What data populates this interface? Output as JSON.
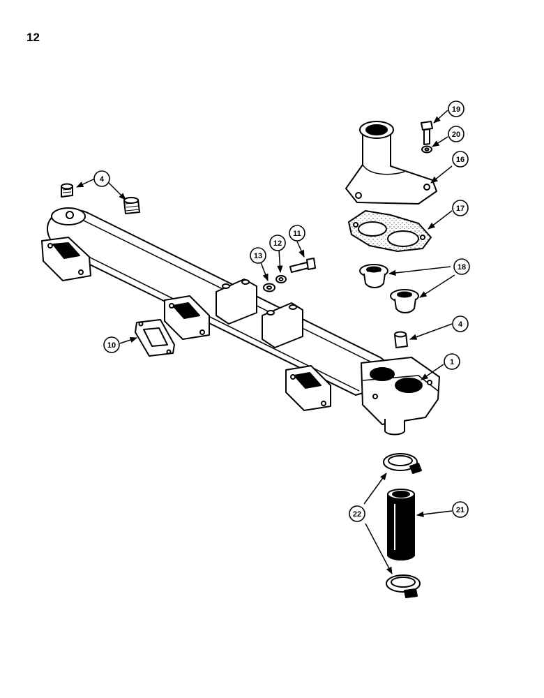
{
  "page": {
    "number": "12"
  },
  "callouts": {
    "c1": "1",
    "c4a": "4",
    "c4b": "4",
    "c10": "10",
    "c11": "11",
    "c12": "12",
    "c13": "13",
    "c16": "16",
    "c17": "17",
    "c18": "18",
    "c19": "19",
    "c20": "20",
    "c21": "21",
    "c22": "22"
  }
}
